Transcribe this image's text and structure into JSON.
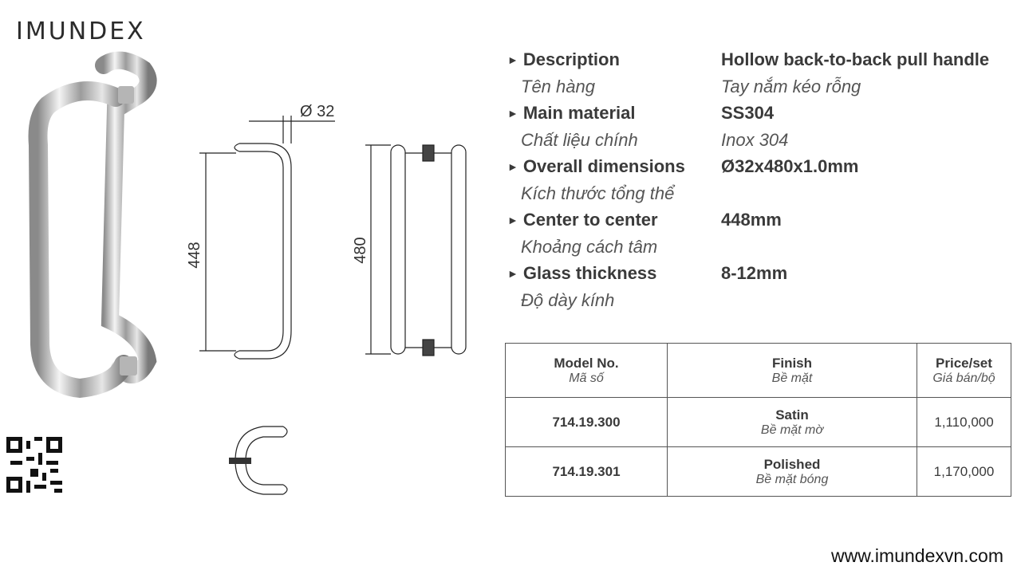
{
  "brand": {
    "logo": "IMUNDEX"
  },
  "drawing": {
    "diameter_label": "Ø 32",
    "center_label": "448",
    "length_label": "480"
  },
  "specs": [
    {
      "label": "Description",
      "label_vi": "Tên hàng",
      "value": "Hollow back-to-back pull handle",
      "value_vi": "Tay nắm kéo rỗng"
    },
    {
      "label": "Main material",
      "label_vi": "Chất liệu chính",
      "value": "SS304",
      "value_vi": "Inox 304"
    },
    {
      "label": "Overall dimensions",
      "label_vi": "Kích thước tổng thể",
      "value": "Ø32x480x1.0mm",
      "value_vi": ""
    },
    {
      "label": "Center to center",
      "label_vi": "Khoảng cách tâm",
      "value": "448mm",
      "value_vi": ""
    },
    {
      "label": "Glass thickness",
      "label_vi": "Độ dày kính",
      "value": "8-12mm",
      "value_vi": ""
    }
  ],
  "table": {
    "headers": [
      {
        "title": "Model No.",
        "sub": "Mã số"
      },
      {
        "title": "Finish",
        "sub": "Bề mặt"
      },
      {
        "title": "Price/set",
        "sub": "Giá bán/bộ"
      }
    ],
    "rows": [
      {
        "model": "714.19.300",
        "finish": "Satin",
        "finish_vi": "Bề mặt mờ",
        "price": "1,110,000"
      },
      {
        "model": "714.19.301",
        "finish": "Polished",
        "finish_vi": "Bề mặt bóng",
        "price": "1,170,000"
      }
    ]
  },
  "footer": {
    "website": "www.imundexvn.com"
  }
}
